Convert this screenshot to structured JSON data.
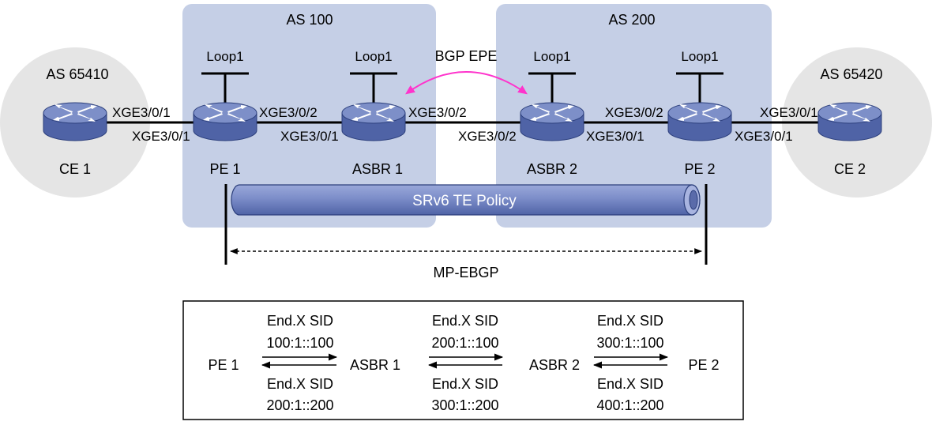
{
  "colors": {
    "as_region": "#C5CFE6",
    "customer_region": "#E5E5E5",
    "router_body": "#4F63A6",
    "router_top": "#7D8FC8",
    "router_edge": "#2C3F7C",
    "tunnel_fill": "#7C8DC9",
    "epe_arrow": "#FF33CC",
    "line": "#000000"
  },
  "regions": {
    "as100": "AS 100",
    "as200": "AS 200",
    "as65410": "AS 65410",
    "as65420": "AS 65420"
  },
  "devices": {
    "ce1": {
      "name": "CE 1",
      "icon": "router-icon"
    },
    "pe1": {
      "name": "PE 1",
      "loopback": "Loop1",
      "icon": "router-icon"
    },
    "asbr1": {
      "name": "ASBR 1",
      "loopback": "Loop1",
      "icon": "router-icon"
    },
    "asbr2": {
      "name": "ASBR 2",
      "loopback": "Loop1",
      "icon": "router-icon"
    },
    "pe2": {
      "name": "PE 2",
      "loopback": "Loop1",
      "icon": "router-icon"
    },
    "ce2": {
      "name": "CE 2",
      "icon": "router-icon"
    }
  },
  "interfaces": {
    "ce1_pe1": "XGE3/0/1",
    "pe1_ce1": "XGE3/0/1",
    "pe1_asbr1": "XGE3/0/2",
    "asbr1_pe1": "XGE3/0/1",
    "asbr1_asbr2": "XGE3/0/2",
    "asbr2_asbr1": "XGE3/0/2",
    "asbr2_pe2": "XGE3/0/1",
    "pe2_asbr2": "XGE3/0/2",
    "pe2_ce2": "XGE3/0/1",
    "ce2_pe2": "XGE3/0/1"
  },
  "annotations": {
    "bgp_epe": "BGP EPE",
    "srv6_policy": "SRv6 TE Policy",
    "mp_ebgp": "MP-EBGP"
  },
  "sid_table": {
    "nodes": [
      "PE 1",
      "ASBR 1",
      "ASBR 2",
      "PE 2"
    ],
    "segments": [
      {
        "forward_label": "End.X SID",
        "forward_sid": "100:1::100",
        "reverse_label": "End.X SID",
        "reverse_sid": "200:1::200"
      },
      {
        "forward_label": "End.X SID",
        "forward_sid": "200:1::100",
        "reverse_label": "End.X SID",
        "reverse_sid": "300:1::200"
      },
      {
        "forward_label": "End.X SID",
        "forward_sid": "300:1::100",
        "reverse_label": "End.X SID",
        "reverse_sid": "400:1::200"
      }
    ]
  }
}
